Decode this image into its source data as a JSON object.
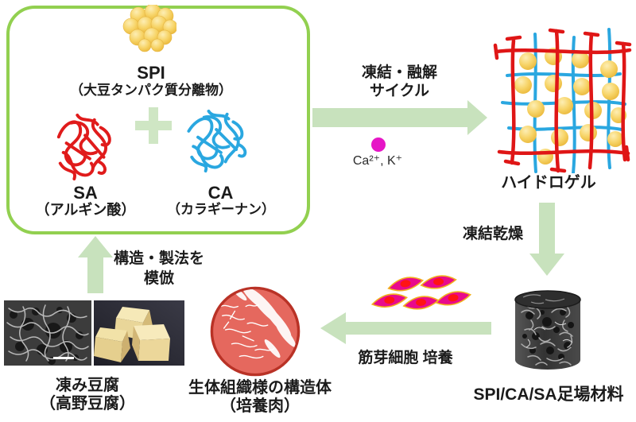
{
  "diagram": {
    "box": {
      "spi_name": "SPI",
      "spi_desc": "（大豆タンパク質分離物）",
      "sa_name": "SA",
      "sa_desc": "（アルギン酸）",
      "ca_name": "CA",
      "ca_desc": "（カラギーナン）"
    },
    "labels": {
      "freeze_thaw_1": "凍結・融解",
      "freeze_thaw_2": "サイクル",
      "ions": "Ca²⁺, K⁺",
      "hydrogel": "ハイドロゲル",
      "freeze_dry": "凍結乾燥",
      "scaffold": "SPI/CA/SA足場材料",
      "myoblast_culture": "筋芽細胞 培養",
      "tissue_1": "生体組織様の構造体",
      "tissue_2": "（培養肉）",
      "tofu_1": "凍み豆腐",
      "tofu_2": "（高野豆腐）",
      "mimic_1": "構造・製法を",
      "mimic_2": "模倣"
    },
    "colors": {
      "box_border": "#92d050",
      "arrow_green": "#c8e2bd",
      "plus_green": "#cfe6c4",
      "sa_red": "#e01b1b",
      "ca_blue": "#2aa7e0",
      "spi_yellow": "#f3c64a",
      "ion_magenta": "#e616c6",
      "cell_magenta": "#e80a8c",
      "cell_outline_gold": "#f2b01e",
      "dish_red": "#e5685e",
      "dish_border": "#b93226"
    },
    "icons": [
      "spi-spheres-icon",
      "plus-icon",
      "sa-network-icon",
      "ca-network-icon",
      "right-arrow-icon",
      "ion-dot-icon",
      "hydrogel-network-icon",
      "down-arrow-icon",
      "scaffold-cylinder-image",
      "left-arrow-icon",
      "myoblast-cells-icon",
      "petri-dish-icon",
      "up-arrow-icon",
      "sem-image",
      "tofu-cubes-image"
    ]
  }
}
